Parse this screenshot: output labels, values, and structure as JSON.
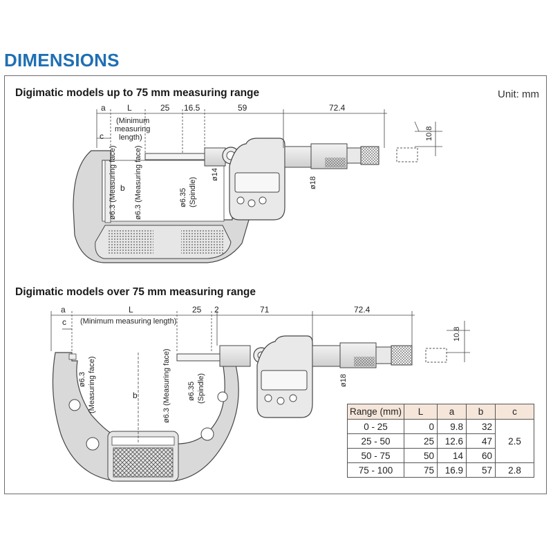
{
  "title": "DIMENSIONS",
  "unit_label": "Unit: mm",
  "diagram_top": {
    "heading": "Digimatic models up to 75 mm measuring range",
    "dims": {
      "a": "a",
      "L": "L",
      "d25": "25",
      "d16_5": "16.5",
      "d59": "59",
      "d72_4": "72.4",
      "d10_8": "10.8",
      "c": "c",
      "b": "b",
      "min_len_1": "(Minimum",
      "min_len_2": "measuring",
      "min_len_3": "length)",
      "face_1": "ø6.3 (Measuring face)",
      "face_2": "ø6.3 (Measuring face)",
      "spindle": "ø6.35",
      "spindle_2": "(Spindle)",
      "d14": "ø14",
      "d18": "ø18"
    }
  },
  "diagram_bottom": {
    "heading": "Digimatic models over 75 mm measuring range",
    "dims": {
      "a": "a",
      "L": "L",
      "d25": "25",
      "d2": "2",
      "d71": "71",
      "d72_4": "72.4",
      "d10_8": "10.8",
      "c": "c",
      "b": "b",
      "min_len": "(Minimum measuring length)",
      "face_1": "ø6.3",
      "face_1b": "(Measuring face)",
      "face_2": "ø6.3 (Measuring face)",
      "spindle": "ø6.35",
      "spindle_2": "(Spindle)",
      "d18": "ø18"
    }
  },
  "table": {
    "headers": [
      "Range (mm)",
      "L",
      "a",
      "b",
      "c"
    ],
    "rows": [
      [
        "0 - 25",
        "0",
        "9.8",
        "32"
      ],
      [
        "25 - 50",
        "25",
        "12.6",
        "47"
      ],
      [
        "50 - 75",
        "50",
        "14",
        "60"
      ],
      [
        "75 - 100",
        "75",
        "16.9",
        "57"
      ]
    ],
    "c_values": [
      "2.5",
      "2.8"
    ]
  }
}
